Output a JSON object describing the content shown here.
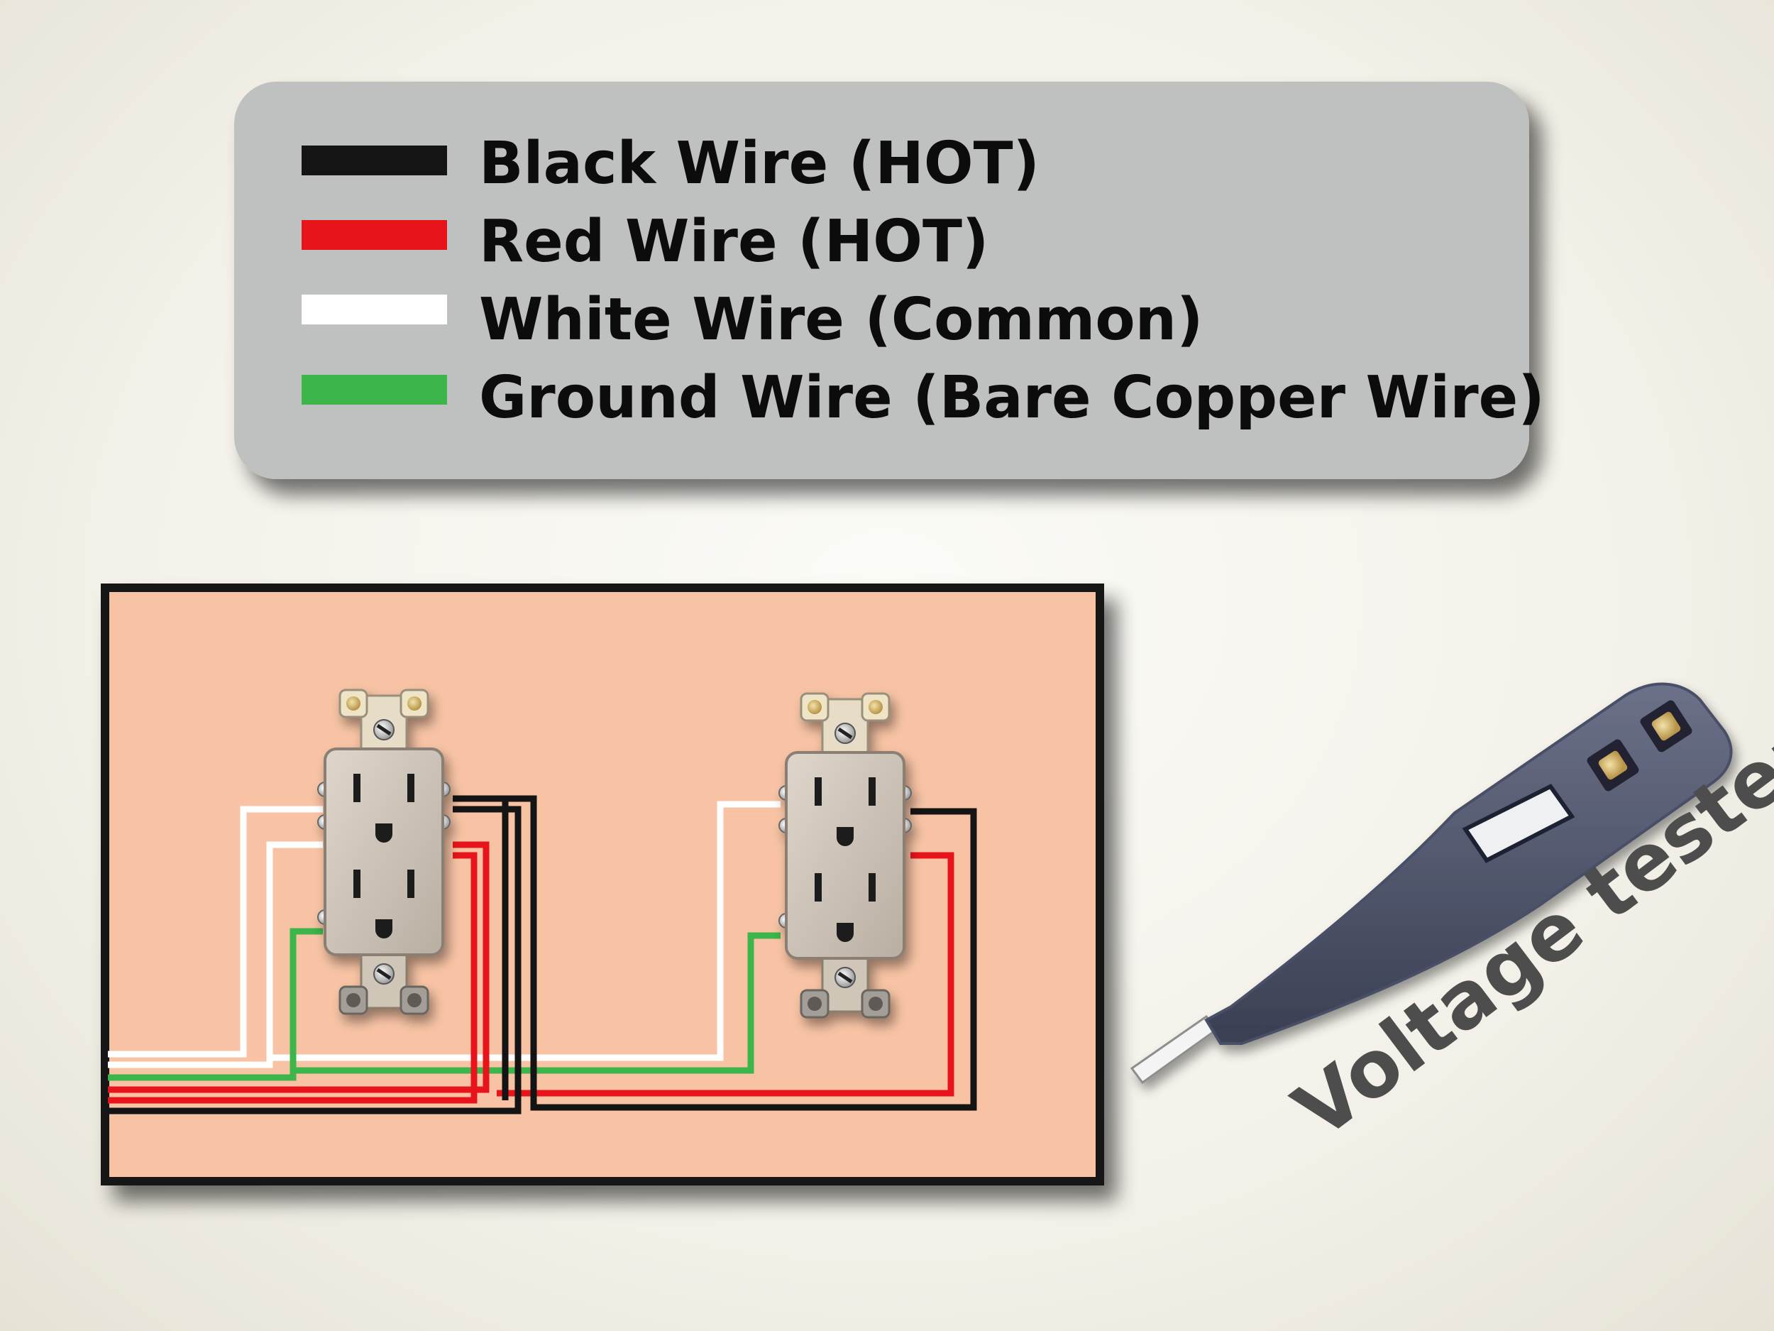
{
  "legend": {
    "items": [
      {
        "label": "Black Wire (HOT)",
        "color": "#141414"
      },
      {
        "label": "Red Wire (HOT)",
        "color": "#e8141b"
      },
      {
        "label": "White Wire (Common)",
        "color": "#ffffff"
      },
      {
        "label": "Ground Wire (Bare Copper Wire)",
        "color": "#3cb54a"
      }
    ]
  },
  "tester": {
    "label": "Voltage tester",
    "body_color": "#4a5066"
  },
  "colors": {
    "legend_panel": "#bfc1c0",
    "wall_box": "#f7c3a4",
    "wall_border": "#141414",
    "outlet_face": "#d5ccc2"
  }
}
